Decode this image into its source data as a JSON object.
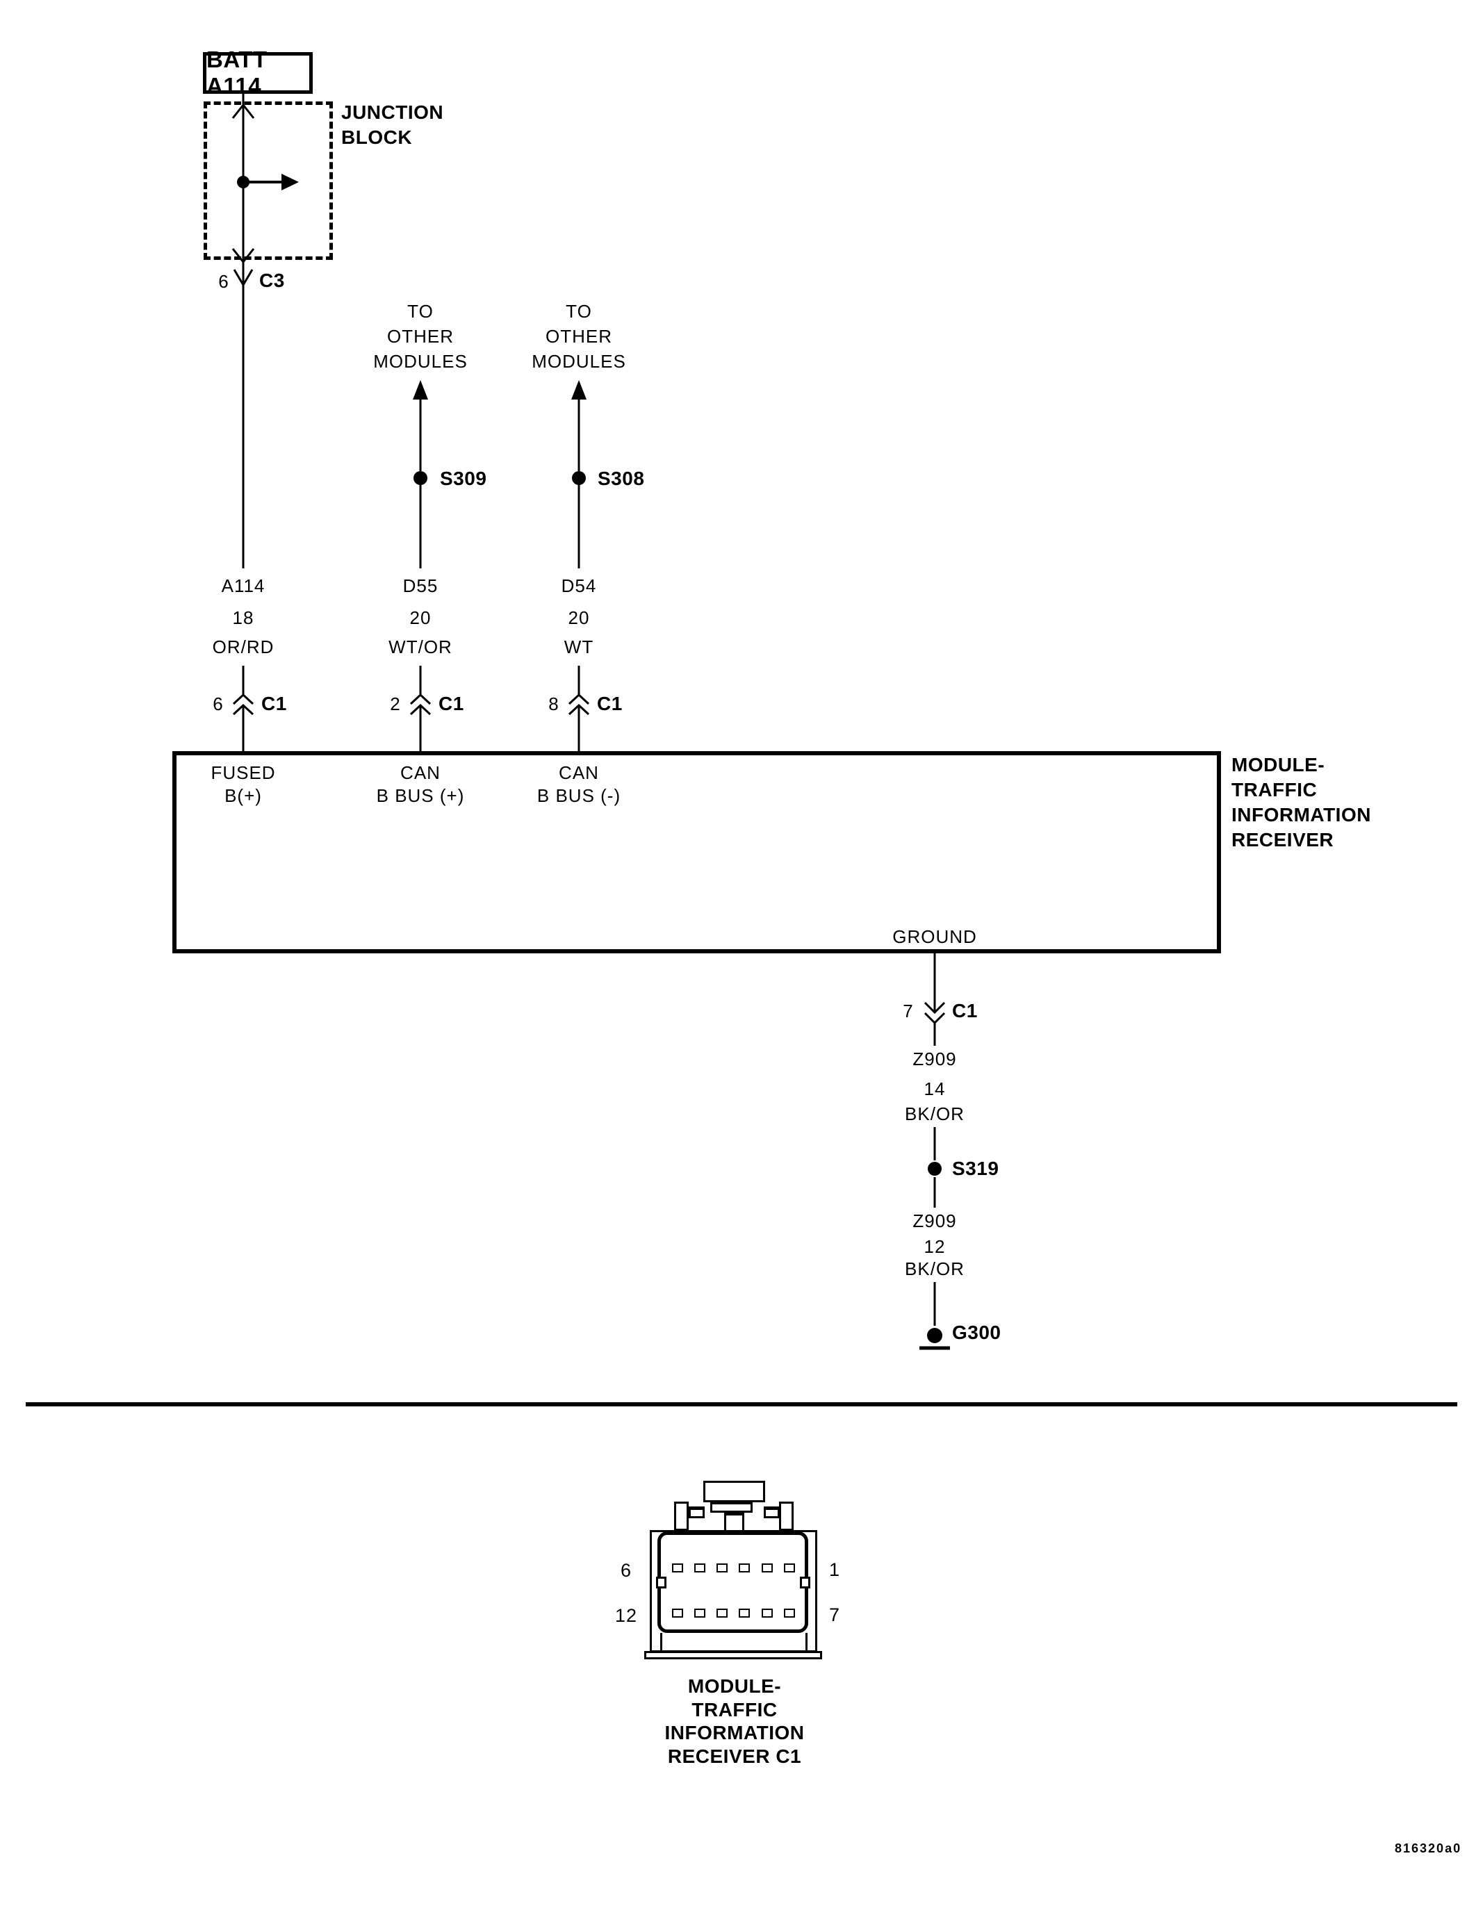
{
  "page": {
    "code": "816320a0"
  },
  "junction": {
    "batt_label": "BATT A114",
    "block_label": [
      "JUNCTION",
      "BLOCK"
    ],
    "connector": {
      "pin": "6",
      "name": "C3"
    }
  },
  "branches": [
    {
      "wire": [
        "A114",
        "18",
        "OR/RD"
      ],
      "pin": "6",
      "connector": "C1",
      "module_pin": [
        "FUSED",
        "B(+)"
      ]
    },
    {
      "top": [
        "TO",
        "OTHER",
        "MODULES"
      ],
      "splice": "S309",
      "wire": [
        "D55",
        "20",
        "WT/OR"
      ],
      "pin": "2",
      "connector": "C1",
      "module_pin": [
        "CAN",
        "B BUS (+)"
      ]
    },
    {
      "top": [
        "TO",
        "OTHER",
        "MODULES"
      ],
      "splice": "S308",
      "wire": [
        "D54",
        "20",
        "WT"
      ],
      "pin": "8",
      "connector": "C1",
      "module_pin": [
        "CAN",
        "B BUS (-)"
      ]
    }
  ],
  "module": {
    "name_lines": [
      "MODULE-",
      "TRAFFIC",
      "INFORMATION",
      "RECEIVER"
    ],
    "ground_pin": "GROUND"
  },
  "ground_path": {
    "pin": "7",
    "connector": "C1",
    "upper_wire": [
      "Z909",
      "14",
      "BK/OR"
    ],
    "splice": "S319",
    "lower_wire": [
      "Z909",
      "12",
      "BK/OR"
    ],
    "ground": "G300"
  },
  "connector_view": {
    "pins": {
      "top_left": "6",
      "top_right": "1",
      "bottom_left": "12",
      "bottom_right": "7"
    },
    "caption_lines": [
      "MODULE-",
      "TRAFFIC",
      "INFORMATION",
      "RECEIVER C1"
    ]
  }
}
